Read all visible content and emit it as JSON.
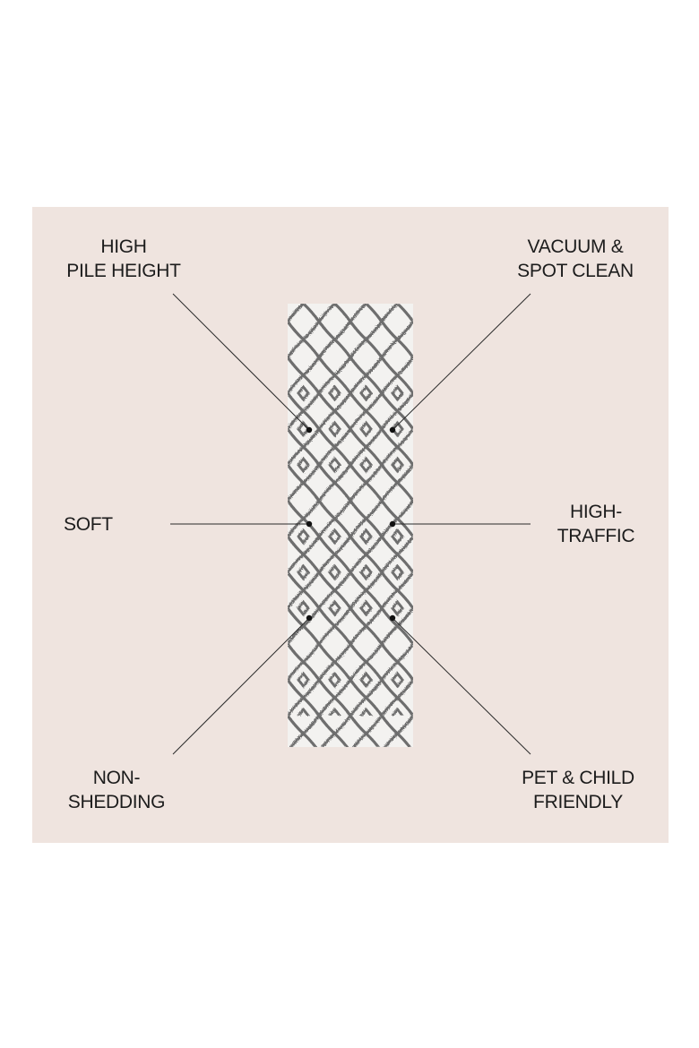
{
  "features": [
    {
      "id": "pile",
      "lines": [
        "HIGH",
        "PILE HEIGHT"
      ]
    },
    {
      "id": "vacuum",
      "lines": [
        "VACUUM &",
        "SPOT CLEAN"
      ]
    },
    {
      "id": "soft",
      "lines": [
        "SOFT"
      ]
    },
    {
      "id": "traffic",
      "lines": [
        "HIGH-",
        "TRAFFIC"
      ]
    },
    {
      "id": "shedding",
      "lines": [
        "NON-",
        "SHEDDING"
      ]
    },
    {
      "id": "pet",
      "lines": [
        "PET & CHILD",
        "FRIENDLY"
      ]
    }
  ],
  "colors": {
    "background": "#ffffff",
    "panel": "#efe4df",
    "rug_base": "#f3f2f0",
    "rug_pattern": "#6e6e6e",
    "text": "#1c1c1c",
    "leader_line": "#2a2a2a"
  }
}
